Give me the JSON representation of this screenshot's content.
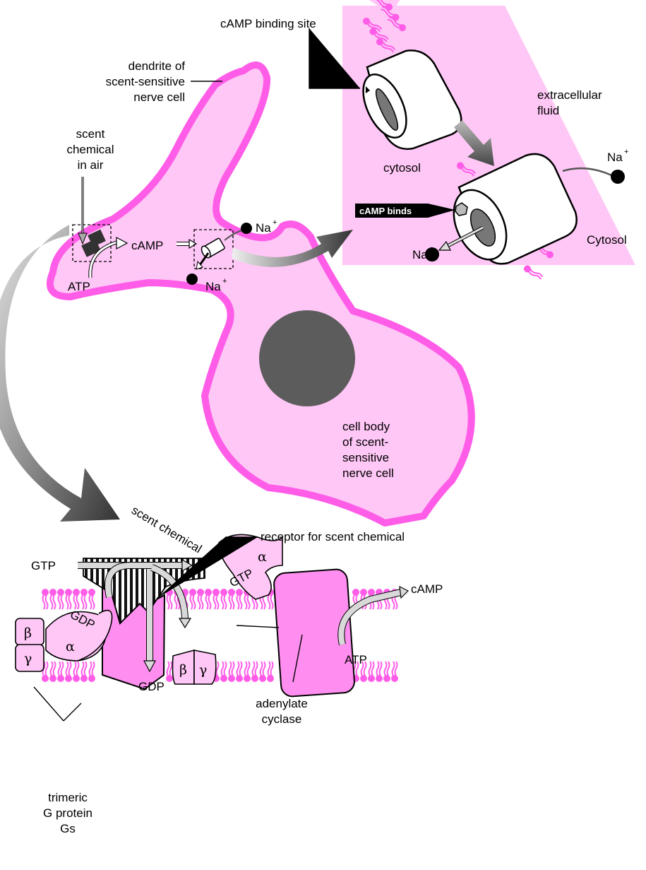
{
  "labels": {
    "camp_binding_site": "cAMP binding site",
    "dendrite": [
      "dendrite of",
      "scent-sensitive",
      "nerve cell"
    ],
    "scent_air": [
      "scent",
      "chemical",
      "in air"
    ],
    "extracellular": [
      "extracellular",
      "fluid"
    ],
    "cytosol_top": "cytosol",
    "cytosol_right": "Cytosol",
    "camp_binds": "cAMP binds",
    "na": "Na",
    "na_sup": "+",
    "camp": "cAMP",
    "atp": "ATP",
    "cell_body": [
      "cell body",
      "of scent-",
      "sensitive",
      "nerve cell"
    ],
    "scent_chemical": "scent chemical",
    "receptor": "receptor for scent chemical",
    "gtp": "GTP",
    "gdp": "GDP",
    "alpha": "α",
    "beta": "β",
    "gamma": "γ",
    "adenylate_cyclase": [
      "adenylate",
      "cyclase"
    ],
    "trimeric": [
      "trimeric",
      "G protein",
      "Gs"
    ]
  },
  "colors": {
    "membrane": "#ff5ce8",
    "cell_fill": "#ffc7f6",
    "protein_fill": "#ff8ef0",
    "nucleus": "#5c5c5c",
    "arrow_dark": "#555555",
    "arrow_light": "#d9d9d9"
  }
}
